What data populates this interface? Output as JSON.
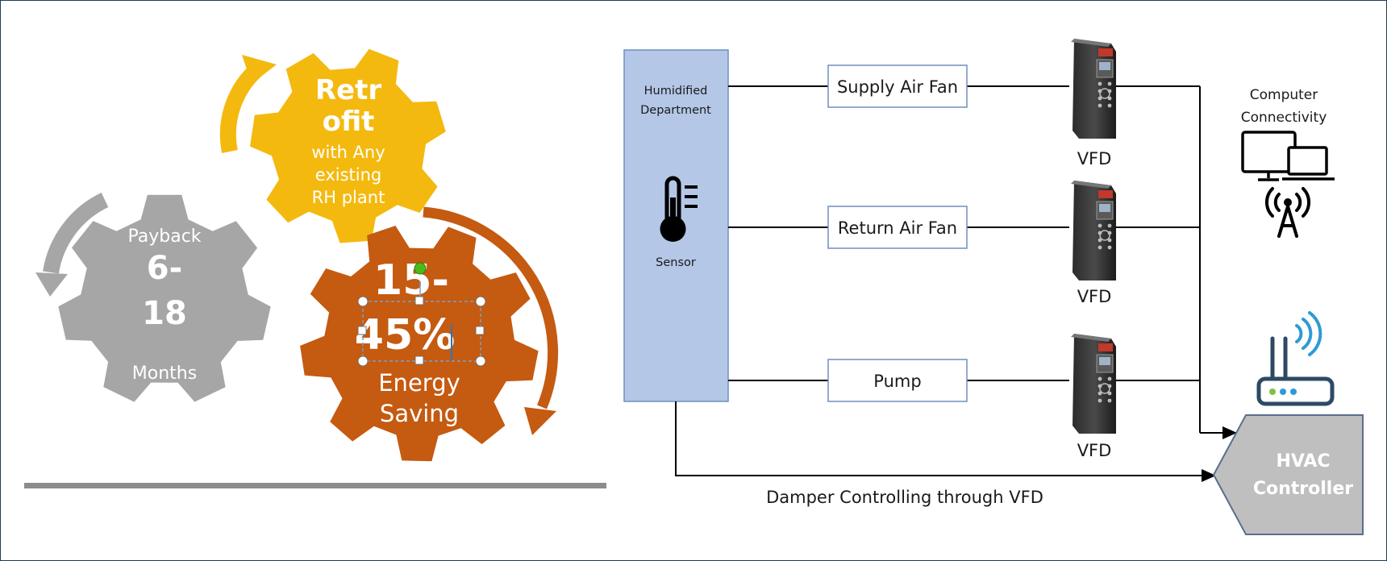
{
  "colors": {
    "gear_yellow": "#f4b90f",
    "gear_gray": "#a6a6a6",
    "gear_orange": "#c55a11",
    "sensor_fill": "#b4c7e7",
    "controller_fill": "#bfbfbf",
    "wifi_blue": "#2e9ad6",
    "line": "#000000"
  },
  "gears": {
    "retrofit": {
      "title": "Retr\nofit",
      "body": "with Any\nexisting\nRH plant"
    },
    "payback": {
      "top": "Payback",
      "value": "6-\n18",
      "bottom": "Months"
    },
    "energy": {
      "value": "15-\n45%",
      "caption": "Energy\nSaving"
    }
  },
  "diagram": {
    "sensor_box": {
      "title_line1": "Humidified",
      "title_line2": "Department",
      "label": "Sensor"
    },
    "fans": [
      {
        "label": "Supply Air Fan",
        "vfd": "VFD"
      },
      {
        "label": "Return Air Fan",
        "vfd": "VFD"
      },
      {
        "label": "Pump",
        "vfd": "VFD"
      }
    ],
    "computer": {
      "line1": "Computer",
      "line2": "Connectivity"
    },
    "controller": {
      "line1": "HVAC",
      "line2": "Controller"
    },
    "damper_label": "Damper Controlling through VFD"
  }
}
